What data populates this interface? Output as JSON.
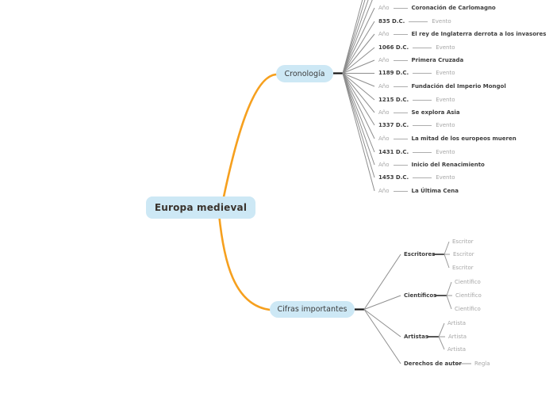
{
  "canvas": {
    "background": "#ffffff"
  },
  "colors": {
    "accent_orange": "#F6A01E",
    "node_fill": "#cde8f5",
    "dark_text": "#3d3d3d",
    "gray_text": "#a6a6a6",
    "fan_line": "#8e8e8e",
    "stub_black": "#141414"
  },
  "root": {
    "label": "Europa medieval"
  },
  "branches": {
    "cronologia": {
      "label": "Cronología",
      "rows": [
        {
          "type": "ano",
          "left": "Año",
          "right": "Coronación de Carlomagno"
        },
        {
          "type": "fecha",
          "left": "835 D.C.",
          "right": "Evento"
        },
        {
          "type": "ano",
          "left": "Año",
          "right": "El rey de Inglaterra derrota a los invasores"
        },
        {
          "type": "fecha",
          "left": "1066 D.C.",
          "right": "Evento"
        },
        {
          "type": "ano",
          "left": "Año",
          "right": "Primera Cruzada"
        },
        {
          "type": "fecha",
          "left": "1189 D.C.",
          "right": "Evento"
        },
        {
          "type": "ano",
          "left": "Año",
          "right": "Fundación del Imperio Mongol"
        },
        {
          "type": "fecha",
          "left": "1215 D.C.",
          "right": "Evento"
        },
        {
          "type": "ano",
          "left": "Año",
          "right": "Se explora Asia"
        },
        {
          "type": "fecha",
          "left": "1337 D.C.",
          "right": "Evento"
        },
        {
          "type": "ano",
          "left": "Año",
          "right": "La mitad de los europeos mueren"
        },
        {
          "type": "fecha",
          "left": "1431 D.C.",
          "right": "Evento"
        },
        {
          "type": "ano",
          "left": "Año",
          "right": "Inicio del Renacimiento"
        },
        {
          "type": "fecha",
          "left": "1453 D.C.",
          "right": "Evento"
        },
        {
          "type": "ano",
          "left": "Año",
          "right": "La Última Cena"
        }
      ]
    },
    "cifras": {
      "label": "Cifras importantes",
      "groups": [
        {
          "label": "Escritores",
          "children": [
            "Escritor",
            "Escritor",
            "Escritor"
          ]
        },
        {
          "label": "Científicos",
          "children": [
            "Científico",
            "Científico",
            "Científico"
          ]
        },
        {
          "label": "Artistas",
          "children": [
            "Artista",
            "Artista",
            "Artista"
          ]
        },
        {
          "label": "Derechos de autor",
          "children": [
            "Regla"
          ]
        }
      ]
    }
  }
}
